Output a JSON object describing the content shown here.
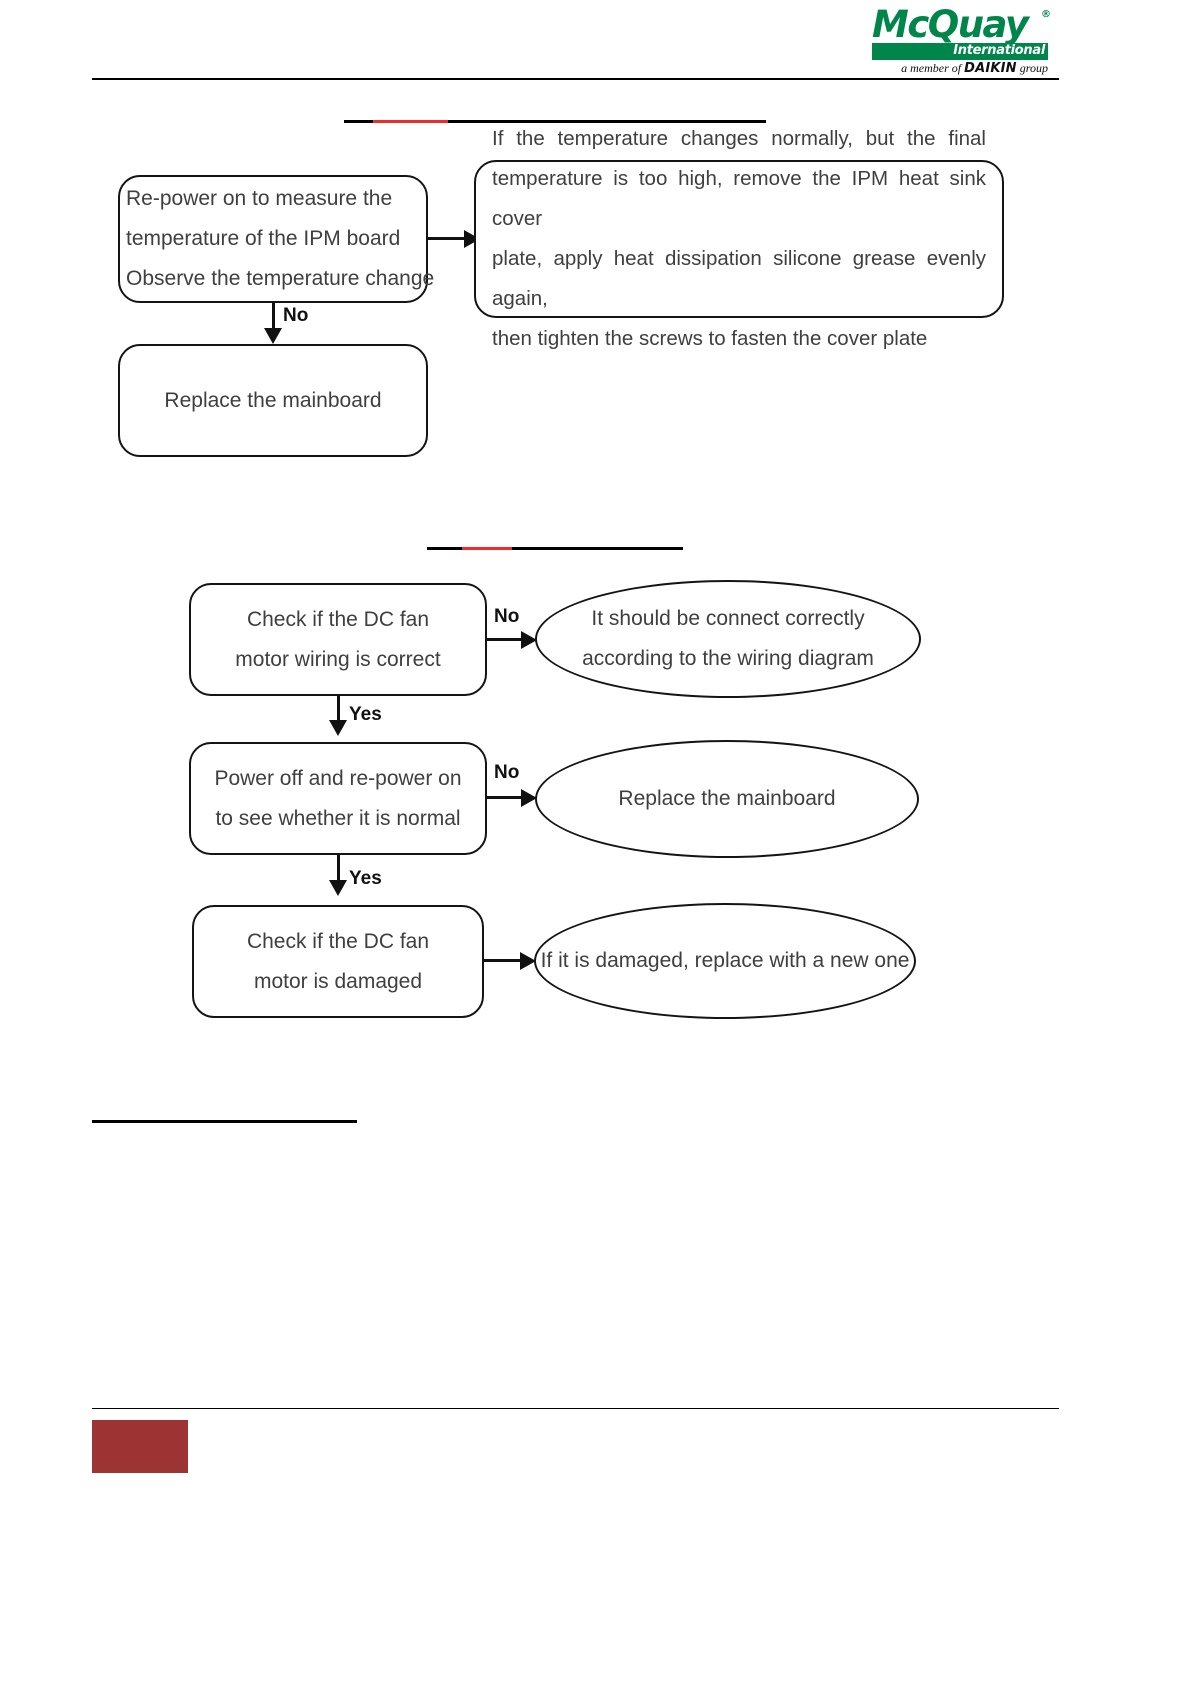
{
  "header": {
    "logo": {
      "wordmark": "McQuay",
      "registered": "®",
      "subtitle": "International",
      "tagline_prefix": "a member of ",
      "tagline_brand": "DAIKIN",
      "tagline_suffix": " group",
      "brand_green": "#00864b"
    }
  },
  "redacted_headings": [
    {
      "name": "heading-rule-top",
      "accent": "#ef2b2b"
    },
    {
      "name": "heading-rule-middle",
      "accent": "#ef2b2b"
    },
    {
      "name": "heading-rule-bottom",
      "accent": "#000000"
    }
  ],
  "flowchart_1": {
    "name": "ipm-temperature-troubleshooting",
    "nodes": [
      {
        "id": "measure-ipm-temperature",
        "shape": "rounded-rect",
        "lines": [
          "Re-power on to measure the",
          "temperature of the IPM board",
          "Observe the temperature change"
        ]
      },
      {
        "id": "apply-silicone-grease",
        "shape": "rounded-rect",
        "justified": true,
        "lines": [
          "If the temperature changes normally, but the final",
          "temperature is too high, remove the IPM heat sink cover",
          "plate, apply heat dissipation silicone grease evenly again,",
          "then tighten the screws to fasten the cover plate"
        ]
      },
      {
        "id": "replace-the-mainboard-1",
        "shape": "rounded-rect",
        "lines": [
          "Replace the mainboard"
        ]
      }
    ],
    "edges": [
      {
        "id": "edge-measure-to-grease",
        "label": "",
        "direction": "right"
      },
      {
        "id": "edge-measure-to-replace",
        "label": "No",
        "direction": "down"
      }
    ]
  },
  "flowchart_2": {
    "name": "dc-fan-motor-troubleshooting",
    "nodes": [
      {
        "id": "check-dc-fan-wiring",
        "shape": "rounded-rect",
        "lines": [
          "Check if the DC fan",
          "motor wiring is correct"
        ]
      },
      {
        "id": "connect-per-wiring-diagram",
        "shape": "ellipse",
        "lines": [
          "It should be connect correctly",
          "according to the wiring diagram"
        ]
      },
      {
        "id": "power-off-repower-on",
        "shape": "rounded-rect",
        "lines": [
          "Power off and re-power on",
          "to see whether it is normal"
        ]
      },
      {
        "id": "replace-the-mainboard-2",
        "shape": "ellipse",
        "lines": [
          "Replace the mainboard"
        ]
      },
      {
        "id": "check-dc-fan-damaged",
        "shape": "rounded-rect",
        "lines": [
          "Check if the DC fan",
          "motor is damaged"
        ]
      },
      {
        "id": "replace-with-new-one",
        "shape": "ellipse",
        "lines": [
          "If it is damaged, replace with a new one"
        ]
      }
    ],
    "edges": [
      {
        "id": "edge-wiring-no",
        "label": "No",
        "direction": "right"
      },
      {
        "id": "edge-wiring-yes",
        "label": "Yes",
        "direction": "down"
      },
      {
        "id": "edge-repower-no",
        "label": "No",
        "direction": "right"
      },
      {
        "id": "edge-repower-yes",
        "label": "Yes",
        "direction": "down"
      },
      {
        "id": "edge-damaged-out",
        "label": "",
        "direction": "right"
      }
    ]
  },
  "footer": {
    "block_color": "#9e3333"
  }
}
